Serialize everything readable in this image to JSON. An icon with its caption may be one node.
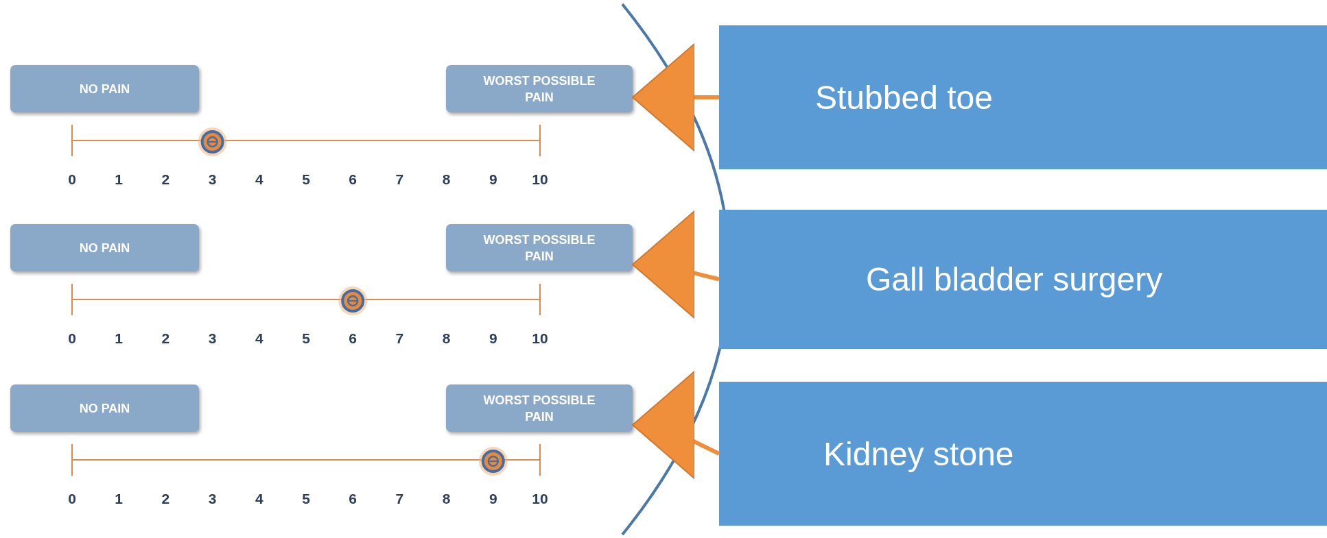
{
  "diagram": {
    "nodes": [
      {
        "text": [
          "NO PAIN"
        ]
      },
      {
        "text": [
          "WORST POSSIBLE PAIN"
        ]
      },
      {
        "text": [
          "Stubbed toe"
        ]
      },
      {
        "text": [
          "NO PAIN"
        ]
      },
      {
        "text": [
          "WORST POSSIBLE PAIN"
        ]
      },
      {
        "text": [
          "Gall bladder surgery"
        ]
      },
      {
        "text": [
          "NO PAIN"
        ]
      },
      {
        "text": [
          "WORST POSSIBLE PAIN"
        ]
      },
      {
        "text": [
          "Kidney stone"
        ]
      }
    ],
    "edges": [
      {
        "from": 2,
        "to": 1,
        "arrow": "to"
      },
      {
        "from": 5,
        "to": 4,
        "arrow": "to"
      },
      {
        "from": 8,
        "to": 7,
        "arrow": "to"
      }
    ],
    "labels": [
      "0",
      "1",
      "2",
      "3",
      "4",
      "5",
      "6",
      "7",
      "8",
      "9",
      "10",
      "0",
      "1",
      "2",
      "3",
      "4",
      "5",
      "6",
      "7",
      "8",
      "9",
      "10",
      "0",
      "1",
      "2",
      "3",
      "4",
      "5",
      "6",
      "7",
      "8",
      "9",
      "10"
    ]
  }
}
